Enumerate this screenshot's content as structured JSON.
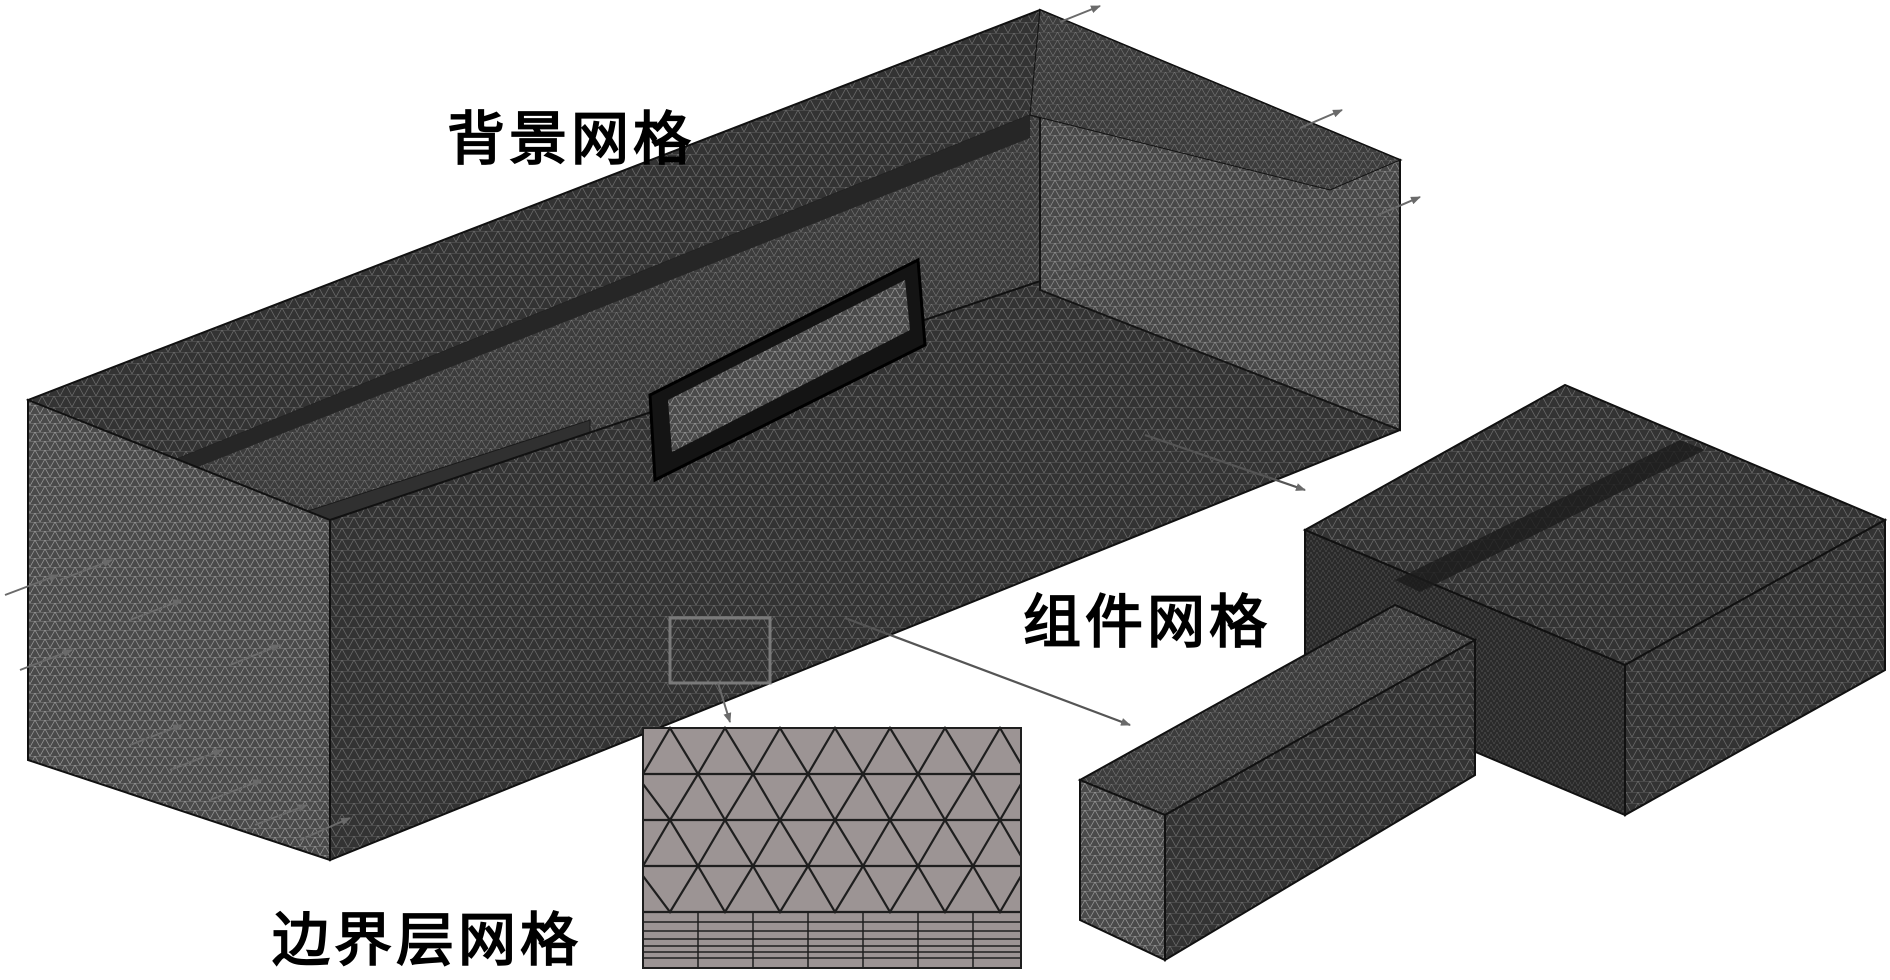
{
  "labels": {
    "background_mesh": "背景网格",
    "component_mesh": "组件网格",
    "boundary_layer_mesh": "边界层网格"
  },
  "colors": {
    "mesh_dark": "#2a2a2a",
    "mesh_face": "#3a3a3a",
    "mesh_light": "#8a8a8a",
    "arrow": "#6a6a6a",
    "zoom_fill": "#9c9494",
    "zoom_line": "#1e1e1e"
  }
}
